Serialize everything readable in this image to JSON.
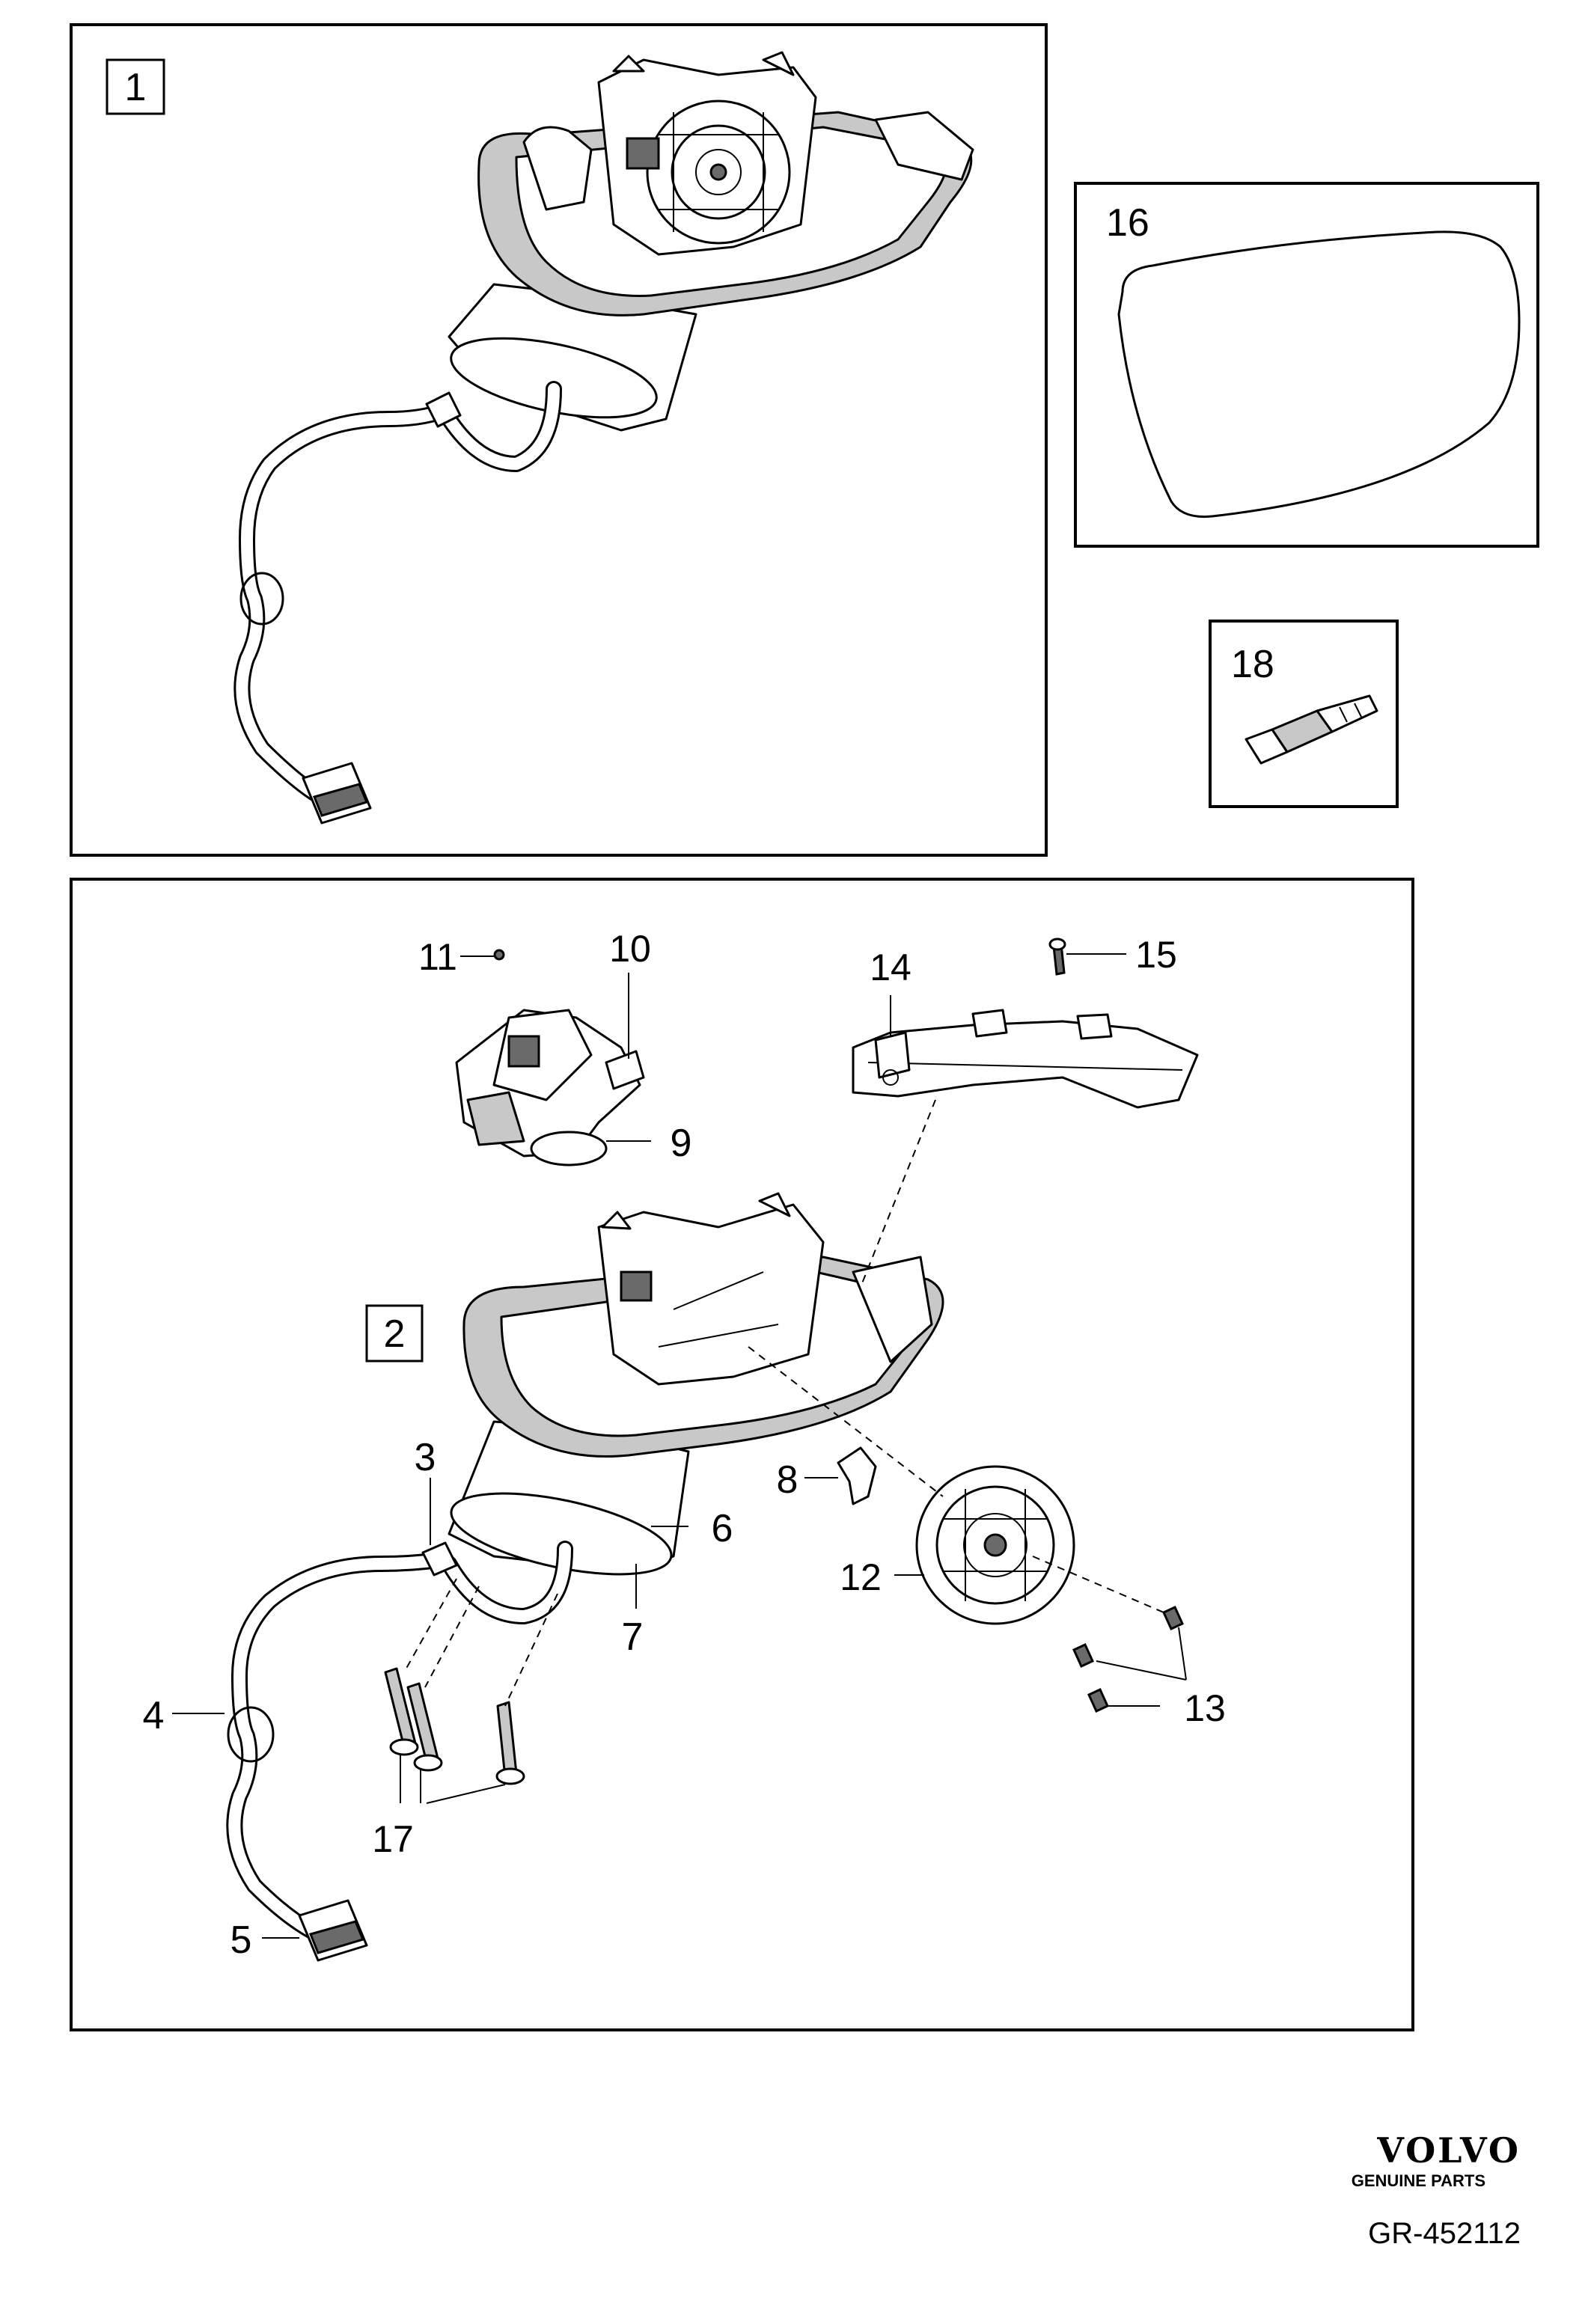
{
  "callouts": {
    "c1": "1",
    "c2": "2",
    "c3": "3",
    "c4": "4",
    "c5": "5",
    "c6": "6",
    "c7": "7",
    "c8": "8",
    "c9": "9",
    "c10": "10",
    "c11": "11",
    "c12": "12",
    "c13": "13",
    "c14": "14",
    "c15": "15",
    "c16": "16",
    "c17": "17",
    "c18": "18"
  },
  "footer": {
    "brand": "VOLVO",
    "tagline": "GENUINE PARTS",
    "reference": "GR-452112"
  }
}
